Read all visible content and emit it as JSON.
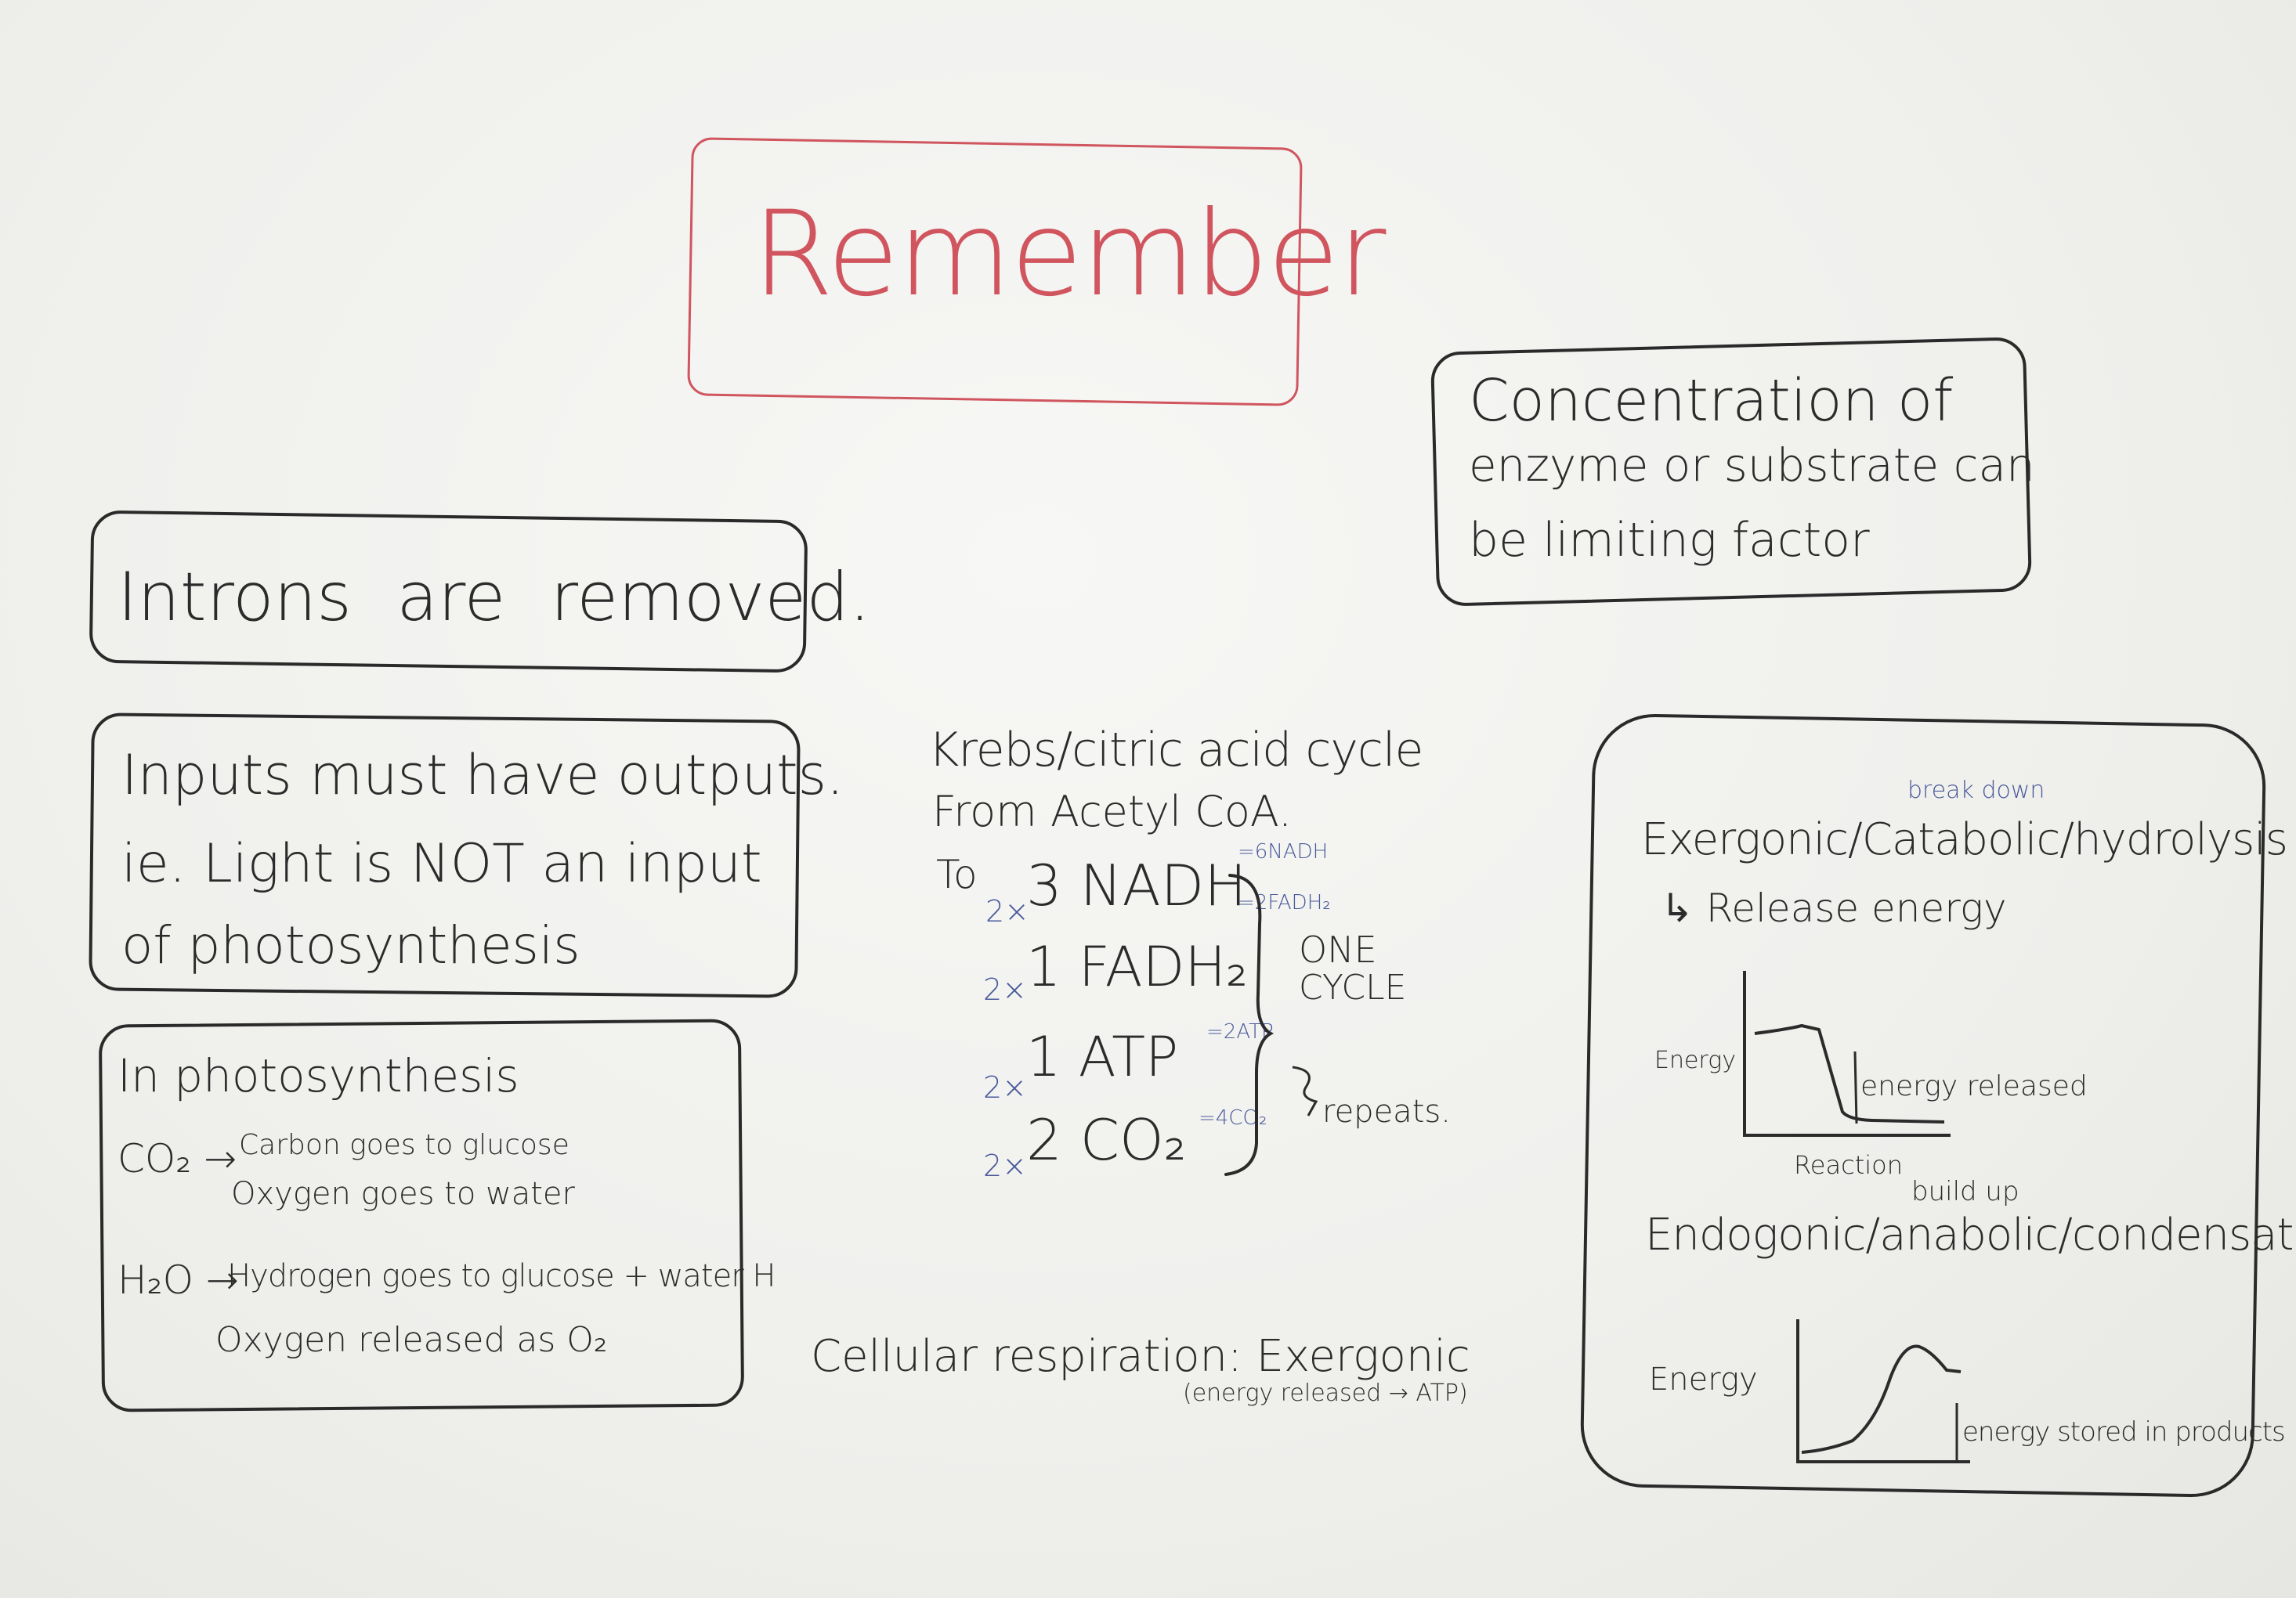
{
  "title": "Remember",
  "concentration": {
    "line1": "Concentration of",
    "line2": "enzyme or substrate can",
    "line3": "be limiting factor"
  },
  "introns": "Introns are removed.",
  "inputs": {
    "line1": "Inputs must have outputs.",
    "line2": "ie. Light is NOT an input",
    "line3": "of photosynthesis"
  },
  "photosynthesis": {
    "heading": "In photosynthesis",
    "co2_label": "CO₂ →",
    "co2_line1": "Carbon goes to glucose",
    "co2_line2": "Oxygen goes to water",
    "h2o_label": "H₂O →",
    "h2o_line1": "Hydrogen goes to glucose + water H",
    "h2o_line2": "Oxygen released as O₂"
  },
  "krebs": {
    "heading": "Krebs/citric acid cycle",
    "from": "From Acetyl CoA.",
    "to": "To",
    "items": [
      {
        "mult": "2×",
        "amount": "3 NADH",
        "note": "=6NADH"
      },
      {
        "mult": "2×",
        "amount": "1 FADH₂",
        "note": "=2FADH₂"
      },
      {
        "mult": "2×",
        "amount": "1 ATP",
        "note": "=2ATP"
      },
      {
        "mult": "2×",
        "amount": "2 CO₂",
        "note": "=4CO₂"
      }
    ],
    "one_cycle_1": "ONE",
    "one_cycle_2": "CYCLE",
    "repeats": "repeats."
  },
  "cellular": {
    "line1": "Cellular respiration: Exergonic",
    "line2": "(energy released → ATP)"
  },
  "energy": {
    "breakdown_note": "break down",
    "exergonic": "Exergonic/Catabolic/hydrolysis",
    "release": "↳ Release energy",
    "graph1_ylabel": "Energy",
    "graph1_xlabel": "Reaction",
    "graph1_note": "energy released",
    "buildup_note": "build up",
    "endergonic": "Endogonic/anabolic/condensation",
    "graph2_ylabel": "Energy",
    "graph2_note": "energy stored in products"
  },
  "colors": {
    "ink": "#2b2b2b",
    "red_ink": "#d0555e",
    "blue_ink": "#4a5a9a"
  }
}
